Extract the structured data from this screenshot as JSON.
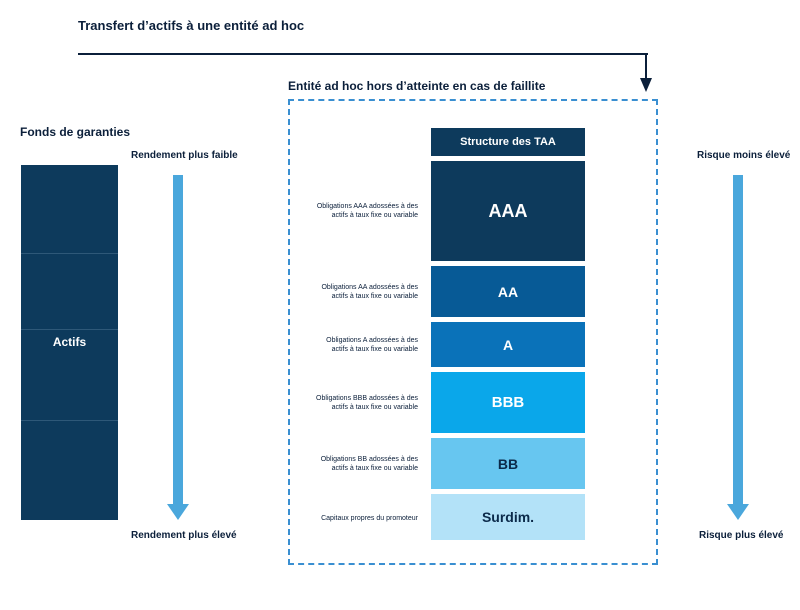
{
  "transfer": {
    "title": "Transfert d’actifs à une entité ad hoc"
  },
  "spv": {
    "title": "Entité ad hoc hors d’atteinte en cas de faillite"
  },
  "fund": {
    "title": "Fonds de garanties",
    "label": "Actifs"
  },
  "left_axis": {
    "top": "Rendement plus faible",
    "bottom": "Rendement plus élevé"
  },
  "right_axis": {
    "top": "Risque moins élevé",
    "bottom": "Risque plus élevé"
  },
  "structure": {
    "header": "Structure des TAA",
    "tranches": [
      {
        "label": "AAA",
        "desc": "Obligations AAA adossées à des actifs à taux fixe ou variable",
        "color": "#0d3a5c",
        "text_color": "#ffffff"
      },
      {
        "label": "AA",
        "desc": "Obligations AA adossées à des actifs à taux fixe ou variable",
        "color": "#075a96",
        "text_color": "#ffffff"
      },
      {
        "label": "A",
        "desc": "Obligations A adossées à des actifs à taux fixe ou variable",
        "color": "#0a72b9",
        "text_color": "#ffffff"
      },
      {
        "label": "BBB",
        "desc": "Obligations BBB adossées à des actifs à taux fixe ou variable",
        "color": "#0aa7ea",
        "text_color": "#ffffff"
      },
      {
        "label": "BB",
        "desc": "Obligations BB adossées à des actifs à taux fixe ou variable",
        "color": "#67c6f0",
        "text_color": "#0b2a4a"
      },
      {
        "label": "Surdim.",
        "desc": "Capitaux propres du promoteur",
        "color": "#b3e2f8",
        "text_color": "#0b2a4a"
      }
    ]
  }
}
